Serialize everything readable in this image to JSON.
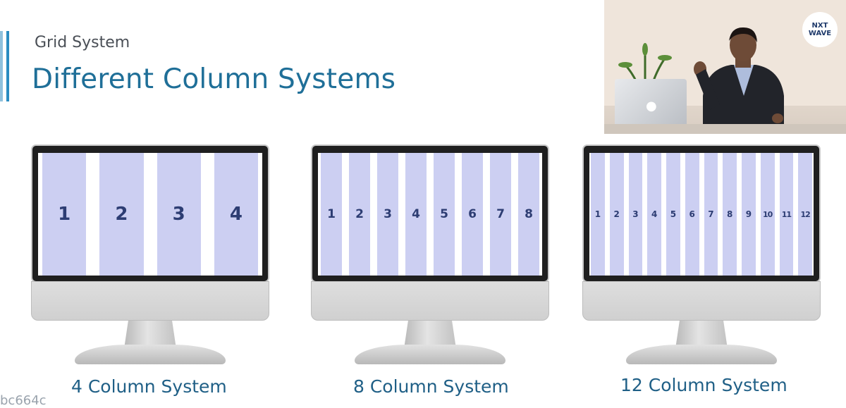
{
  "header": {
    "subtitle": "Grid System",
    "title": "Different Column Systems"
  },
  "logo": {
    "line1": "NXT",
    "line2": "WAVE"
  },
  "monitors": [
    {
      "columns": [
        "1",
        "2",
        "3",
        "4"
      ],
      "caption": "4 Column System"
    },
    {
      "columns": [
        "1",
        "2",
        "3",
        "4",
        "5",
        "6",
        "7",
        "8"
      ],
      "caption": "8 Column System"
    },
    {
      "columns": [
        "1",
        "2",
        "3",
        "4",
        "5",
        "6",
        "7",
        "8",
        "9",
        "10",
        "11",
        "12"
      ],
      "caption": "12 Column System"
    }
  ],
  "watermark": "bc664c",
  "colors": {
    "title": "#1f6f98",
    "column_fill": "#cccff2",
    "column_text": "#2d3d73",
    "caption": "#1f5f86"
  }
}
